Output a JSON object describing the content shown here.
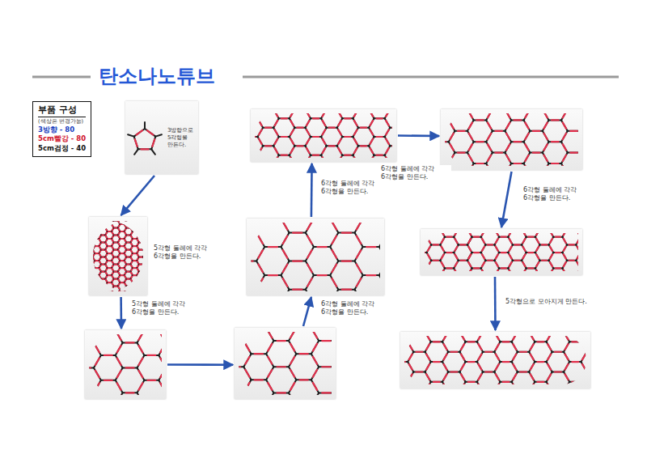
{
  "diagram": {
    "title": "탄소나노튜브",
    "nodes": [
      {
        "text": [
          "부품 구성",
          "(색상은 변경가능)",
          "3방향 - 80",
          "5cm빨강 - 80",
          "5cm검정 - 40"
        ]
      },
      {
        "text": [
          "3방향으로 5각형을 만든다."
        ]
      },
      {
        "text": [
          "5각형 둘레에 각각 6각형을 만든다."
        ]
      },
      {
        "text": []
      },
      {
        "text": []
      },
      {
        "text": []
      },
      {
        "text": []
      },
      {
        "text": []
      },
      {
        "text": []
      },
      {
        "text": []
      }
    ],
    "edges": [
      {
        "from": 1,
        "to": 2,
        "arrow": "to"
      },
      {
        "from": 2,
        "to": 3,
        "label": "5각형 둘레에 각각 6각형을 만든다.",
        "arrow": "to"
      },
      {
        "from": 3,
        "to": 4,
        "arrow": "to"
      },
      {
        "from": 4,
        "to": 5,
        "label": "6각형 둘레에 각각 6각형을 만든다.",
        "arrow": "to"
      },
      {
        "from": 5,
        "to": 6,
        "label": "6각형 둘레에 각각 6각형을 만든다.",
        "arrow": "to"
      },
      {
        "from": 6,
        "to": 7,
        "label": "6각형 둘레에 각각 6각형을 만든다.",
        "arrow": "to"
      },
      {
        "from": 7,
        "to": 8,
        "label": "6각형 둘레에 각각 6각형을 만든다.",
        "arrow": "to"
      },
      {
        "from": 8,
        "to": 9,
        "label": "5각형으로 모아지게 만든다.",
        "arrow": "to"
      }
    ]
  }
}
